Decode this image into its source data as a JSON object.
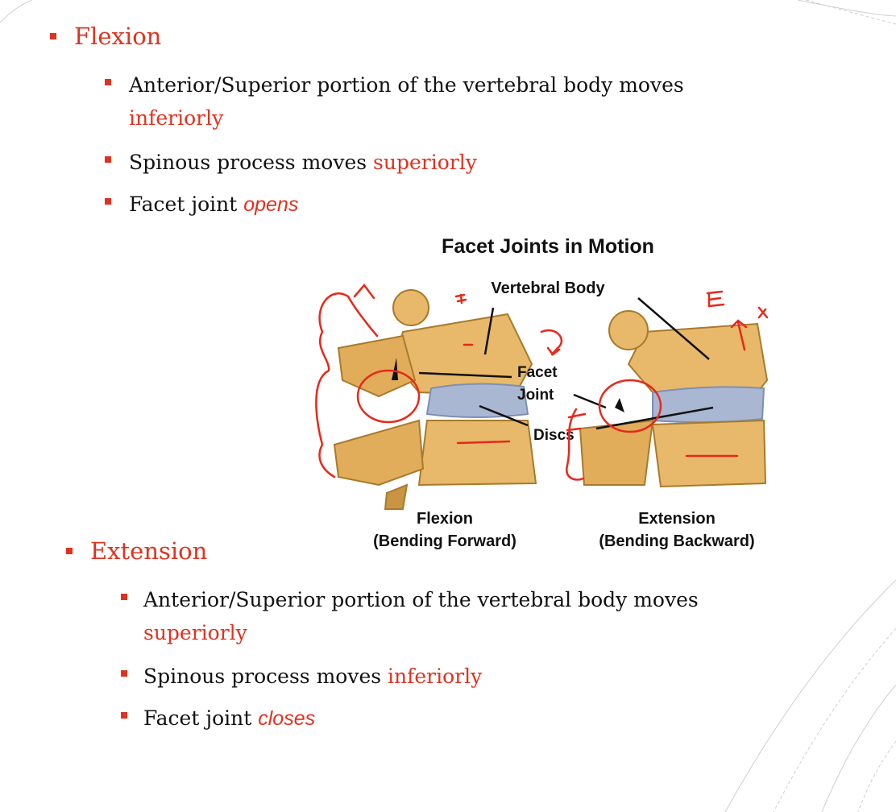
{
  "flexion": {
    "heading": "Flexion",
    "items": [
      {
        "lines": [
          [
            "Anterior/Superior portion of the vertebral body moves"
          ],
          [
            "inferiorly"
          ]
        ]
      },
      {
        "text": "Spinous process moves ",
        "emph": "superiorly"
      },
      {
        "text": "Facet joint ",
        "emph": "opens"
      }
    ]
  },
  "extension": {
    "heading": "Extension",
    "items": [
      {
        "lines": [
          [
            "Anterior/Superior portion of the vertebral body moves"
          ],
          [
            "superiorly"
          ]
        ]
      },
      {
        "text": "Spinous process moves ",
        "emph": "inferiorly"
      },
      {
        "text": "Facet joint ",
        "emph": "closes"
      }
    ]
  },
  "figure": {
    "title": "Facet Joints in Motion",
    "label_vertebral_body": "Vertebral Body",
    "label_facet": "Facet",
    "label_joint": "Joint",
    "label_discs": "Discs",
    "caption_left_1": "Flexion",
    "caption_left_2": "(Bending Forward)",
    "caption_right_1": "Extension",
    "caption_right_2": "(Bending Backward)"
  },
  "colors": {
    "accent": "#e0321f",
    "bone": "#e8b96a",
    "disc": "#a9b7d3",
    "ink": "#e8281a"
  }
}
